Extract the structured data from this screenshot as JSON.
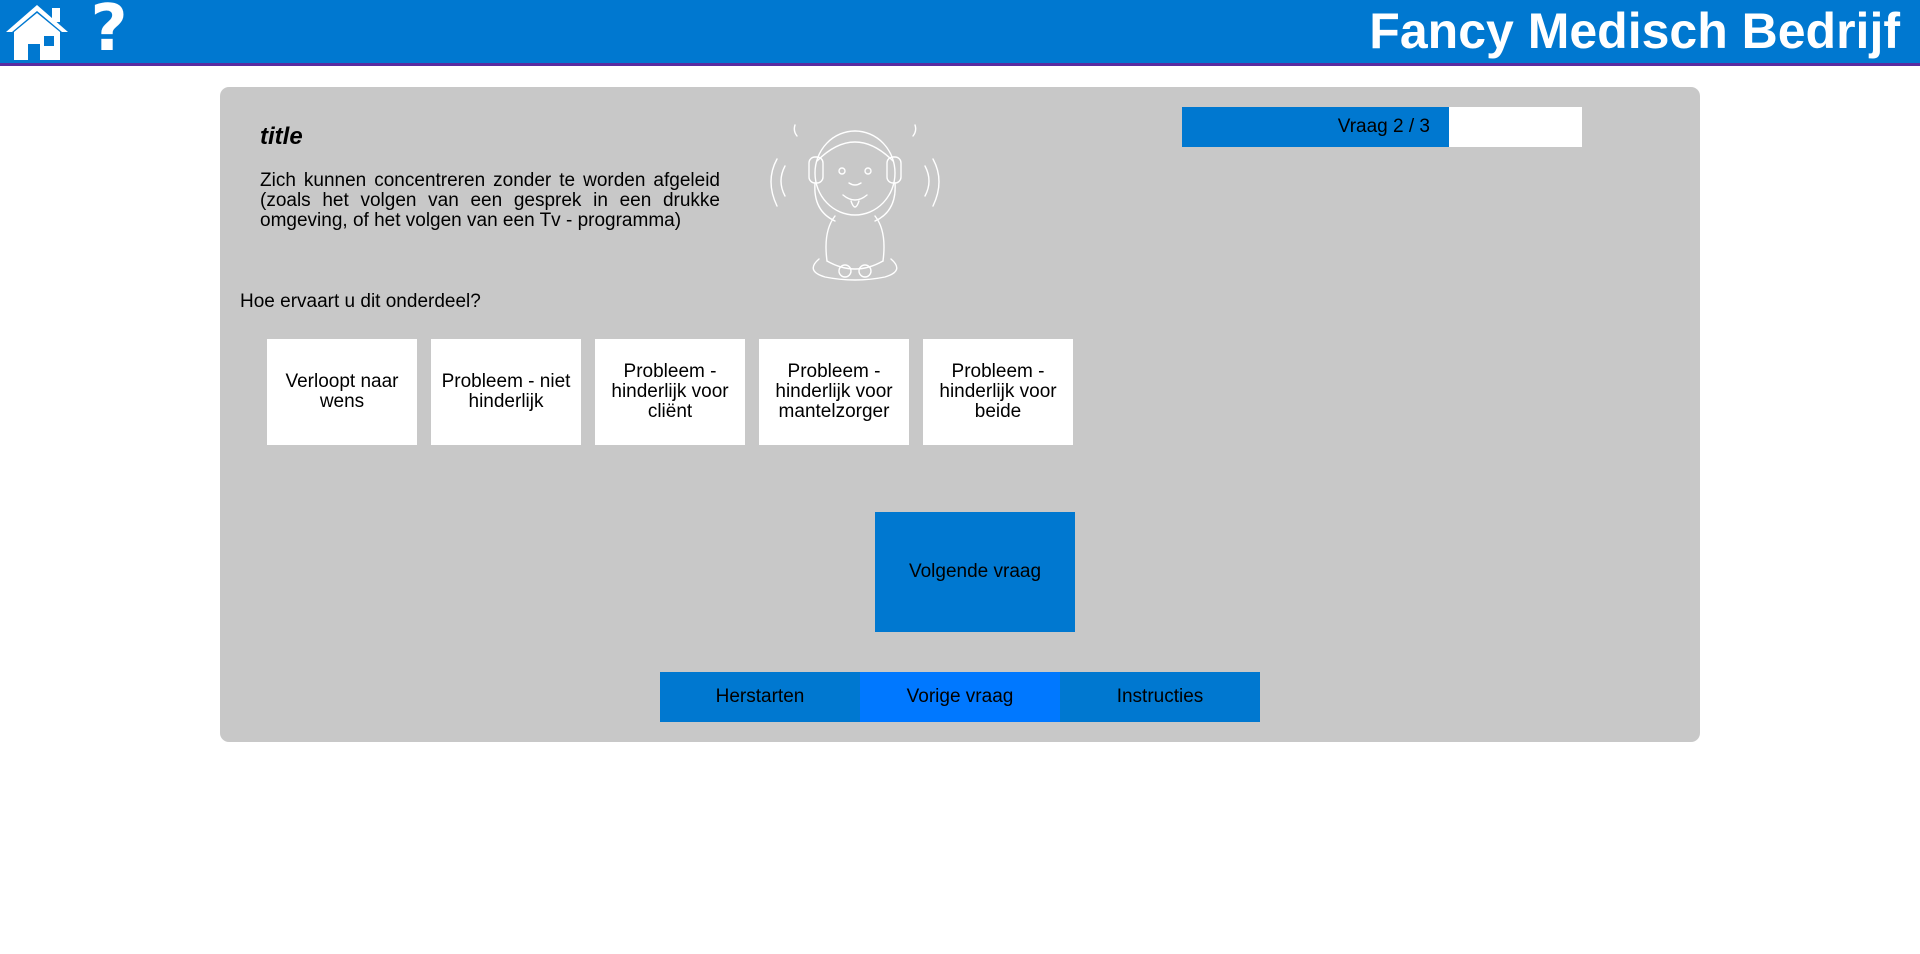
{
  "header": {
    "brand": "Fancy Medisch Bedrijf",
    "home_icon": "home-icon",
    "help_icon": "question-mark-icon",
    "help_glyph": "?"
  },
  "question": {
    "title": "title",
    "description": "Zich kunnen concentreren zonder te worden afgeleid (zoals het volgen van een gesprek in een drukke omgeving, of het volgen van een Tv - programma)",
    "illustration_icon": "person-covering-ears-icon",
    "prompt": "Hoe ervaart u dit onderdeel?"
  },
  "progress": {
    "label": "Vraag 2 / 3",
    "current": 2,
    "total": 3,
    "fill_fraction": 0.667
  },
  "options": [
    {
      "label": "Verloopt naar wens"
    },
    {
      "label": "Probleem - niet hinderlijk"
    },
    {
      "label": "Probleem - hinderlijk voor cliënt"
    },
    {
      "label": "Probleem - hinderlijk voor mantelzorger"
    },
    {
      "label": "Probleem - hinderlijk voor beide"
    }
  ],
  "next_button": {
    "label": "Volgende vraag"
  },
  "bottom_nav": {
    "restart_label": "Herstarten",
    "previous_label": "Vorige vraag",
    "instructions_label": "Instructies"
  },
  "colors": {
    "header_blue": "#0078d0",
    "header_border": "#5a2ca0",
    "panel_gray": "#c8c8c8",
    "active_blue": "#0078ff",
    "white": "#ffffff"
  }
}
